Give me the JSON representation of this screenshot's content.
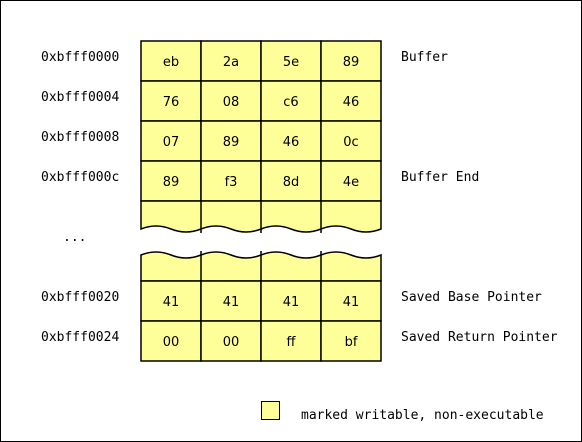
{
  "colors": {
    "cell_fill": "#ffff99",
    "border": "#000000"
  },
  "memory_top": [
    {
      "address": "0xbfff0000",
      "bytes": [
        "eb",
        "2a",
        "5e",
        "89"
      ],
      "label": "Buffer"
    },
    {
      "address": "0xbfff0004",
      "bytes": [
        "76",
        "08",
        "c6",
        "46"
      ],
      "label": ""
    },
    {
      "address": "0xbfff0008",
      "bytes": [
        "07",
        "89",
        "46",
        "0c"
      ],
      "label": ""
    },
    {
      "address": "0xbfff000c",
      "bytes": [
        "89",
        "f3",
        "8d",
        "4e"
      ],
      "label": "Buffer End"
    }
  ],
  "ellipsis": "...",
  "memory_bottom": [
    {
      "address": "0xbfff0020",
      "bytes": [
        "41",
        "41",
        "41",
        "41"
      ],
      "label": "Saved Base Pointer"
    },
    {
      "address": "0xbfff0024",
      "bytes": [
        "00",
        "00",
        "ff",
        "bf"
      ],
      "label": "Saved Return Pointer"
    }
  ],
  "legend": {
    "text": "marked writable, non-executable"
  }
}
